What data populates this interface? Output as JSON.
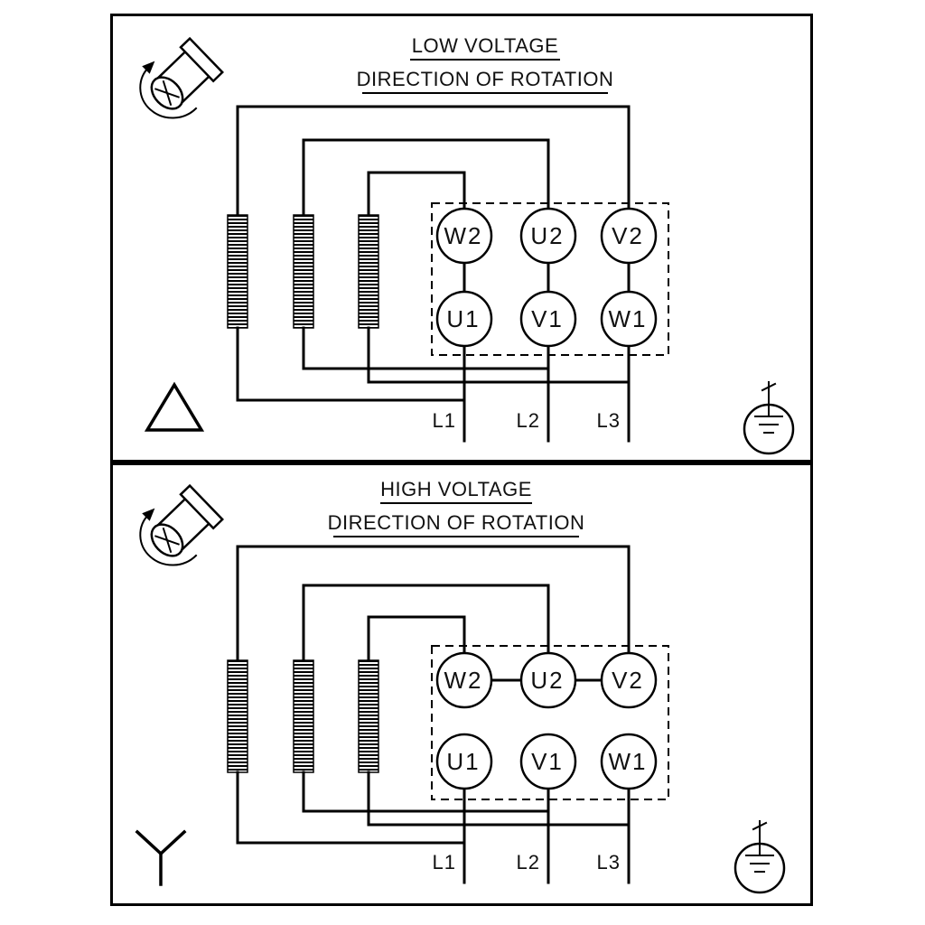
{
  "diagram": {
    "background_color": "#ffffff",
    "line_color": "#000000",
    "panels": {
      "low_voltage": {
        "title": "LOW VOLTAGE",
        "subtitle": "DIRECTION OF ROTATION",
        "connection": "delta",
        "terminals_top": [
          "W2",
          "U2",
          "V2"
        ],
        "terminals_bottom": [
          "U1",
          "V1",
          "W1"
        ],
        "leads": [
          "L1",
          "L2",
          "L3"
        ]
      },
      "high_voltage": {
        "title": "HIGH VOLTAGE",
        "subtitle": "DIRECTION OF ROTATION",
        "connection": "star",
        "terminals_top": [
          "W2",
          "U2",
          "V2"
        ],
        "terminals_bottom": [
          "U1",
          "V1",
          "W1"
        ],
        "leads": [
          "L1",
          "L2",
          "L3"
        ]
      }
    }
  }
}
